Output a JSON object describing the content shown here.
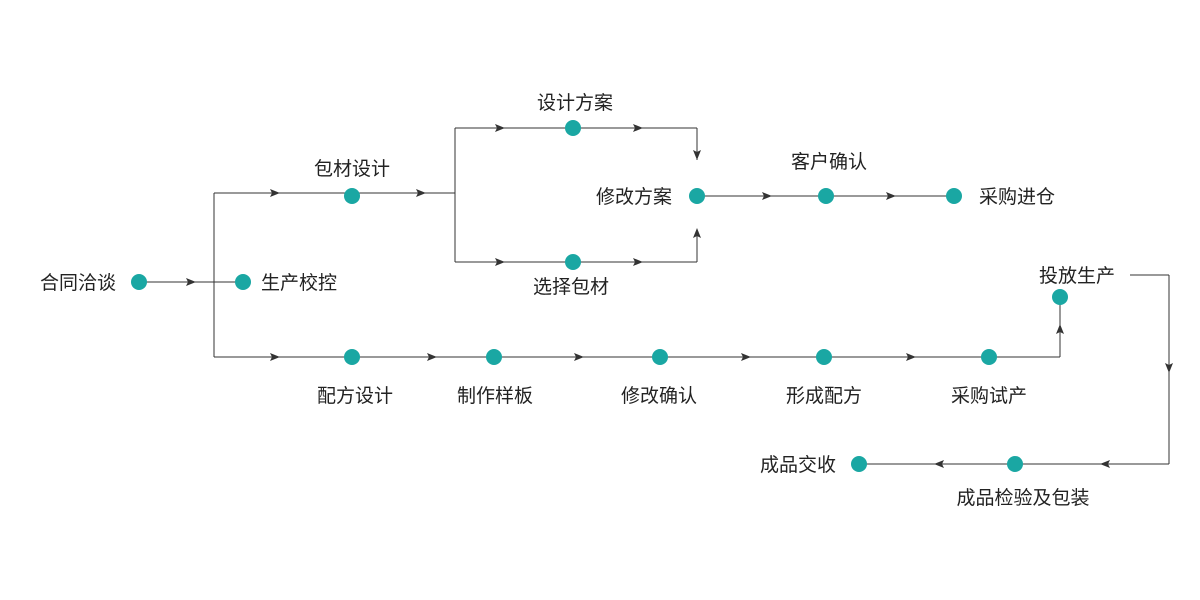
{
  "colors": {
    "node": "#1aa7a3",
    "line": "#333333",
    "text": "#222222"
  },
  "nodes": [
    {
      "id": "contract",
      "label": "合同洽谈"
    },
    {
      "id": "control",
      "label": "生产校控"
    },
    {
      "id": "pack_design",
      "label": "包材设计"
    },
    {
      "id": "design_plan",
      "label": "设计方案"
    },
    {
      "id": "modify_plan",
      "label": "修改方案"
    },
    {
      "id": "select_pack",
      "label": "选择包材"
    },
    {
      "id": "client_confirm",
      "label": "客户确认"
    },
    {
      "id": "purchase_stock",
      "label": "采购进仓"
    },
    {
      "id": "formula_design",
      "label": "配方设计"
    },
    {
      "id": "sample",
      "label": "制作样板"
    },
    {
      "id": "modify_confirm",
      "label": "修改确认"
    },
    {
      "id": "form_formula",
      "label": "形成配方"
    },
    {
      "id": "trial_purchase",
      "label": "采购试产"
    },
    {
      "id": "production",
      "label": "投放生产"
    },
    {
      "id": "inspect_pack",
      "label": "成品检验及包装"
    },
    {
      "id": "delivery",
      "label": "成品交收"
    }
  ]
}
